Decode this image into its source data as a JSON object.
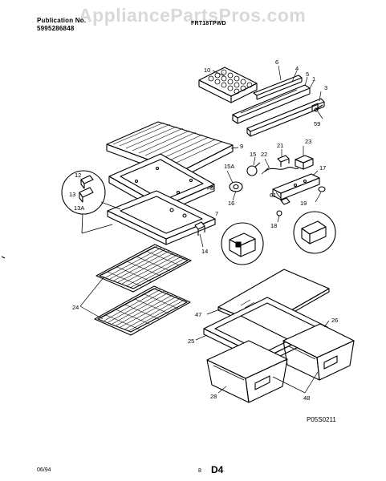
{
  "header": {
    "publication_label": "Publication No.",
    "publication_number": "5995286848",
    "model_code": "FRT18TPWD"
  },
  "watermark": "AppliancePartsPros.com",
  "footer": {
    "date": "06/94",
    "page_number": "8",
    "section": "D4",
    "figure_number": "P05S0211"
  },
  "callouts": {
    "c10": "10",
    "c6": "6",
    "c4": "4",
    "c5": "5",
    "c1": "1",
    "c3": "3",
    "c59": "59",
    "c9": "9",
    "c15": "15",
    "c21": "21",
    "c23": "23",
    "c22": "22",
    "c17": "17",
    "c15A": "15A",
    "c16": "16",
    "c8": "8",
    "c12": "12",
    "c13": "13",
    "c13A": "13A",
    "c7": "7",
    "c61": "61",
    "c19": "19",
    "c18": "18",
    "c14": "14",
    "c24": "24",
    "c47": "47",
    "c26": "26",
    "c25": "25",
    "c28": "28",
    "c48": "48"
  }
}
